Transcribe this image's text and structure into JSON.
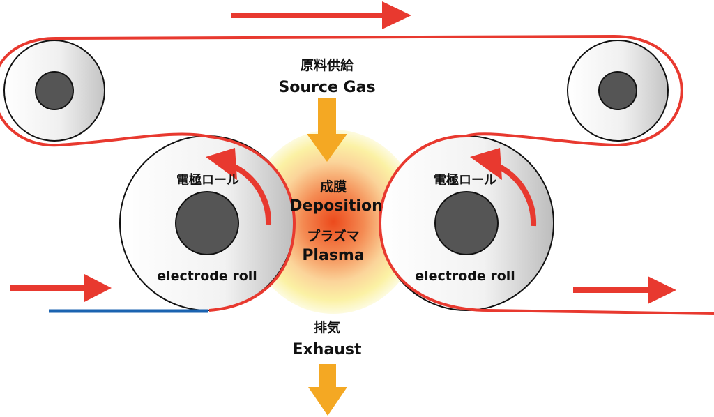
{
  "colors": {
    "film": "#e8392f",
    "substrate": "#1b63b0",
    "gas_arrow": "#f4a823",
    "roll_core": "#555555",
    "roll_outline": "#111111",
    "plasma_core": "#ec4a1c",
    "plasma_mid": "#f7a56a",
    "plasma_glow": "#fbf1a4"
  },
  "labels": {
    "source_gas_jp": "原料供給",
    "source_gas_en": "Source Gas",
    "deposition_jp": "成膜",
    "deposition_en": "Deposition",
    "plasma_jp": "プラズマ",
    "plasma_en": "Plasma",
    "exhaust_jp": "排気",
    "exhaust_en": "Exhaust",
    "left_roll_jp": "電極ロール",
    "left_roll_en": "electrode roll",
    "right_roll_jp": "電極ロール",
    "right_roll_en": "electrode roll"
  }
}
